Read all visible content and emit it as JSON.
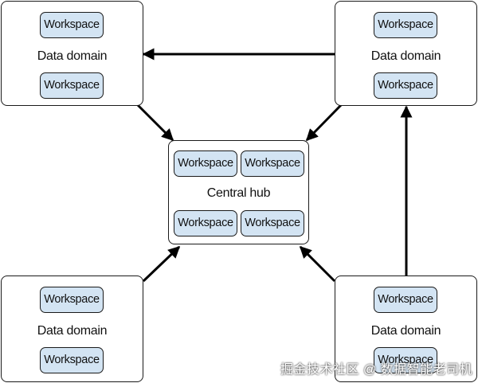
{
  "diagram": {
    "domains": [
      {
        "id": "top-left",
        "title": "Data domain",
        "workspaces": [
          "Workspace",
          "Workspace"
        ]
      },
      {
        "id": "top-right",
        "title": "Data domain",
        "workspaces": [
          "Workspace",
          "Workspace"
        ]
      },
      {
        "id": "bottom-left",
        "title": "Data domain",
        "workspaces": [
          "Workspace",
          "Workspace"
        ]
      },
      {
        "id": "bottom-right",
        "title": "Data domain",
        "workspaces": [
          "Workspace",
          "Workspace"
        ]
      }
    ],
    "hub": {
      "title": "Central hub",
      "workspaces": [
        "Workspace",
        "Workspace",
        "Workspace",
        "Workspace"
      ]
    },
    "connections": [
      {
        "from": "top-left",
        "to": "hub"
      },
      {
        "from": "top-right",
        "to": "hub"
      },
      {
        "from": "bottom-left",
        "to": "hub"
      },
      {
        "from": "bottom-right",
        "to": "hub"
      },
      {
        "from": "top-right",
        "to": "top-left"
      },
      {
        "from": "bottom-right",
        "to": "top-right"
      }
    ],
    "colors": {
      "workspace_fill": "#d3e4f3",
      "border": "#1a1a1a",
      "arrow": "#000000"
    }
  },
  "watermark": "掘金技术社区 @ 数据智能老司机"
}
